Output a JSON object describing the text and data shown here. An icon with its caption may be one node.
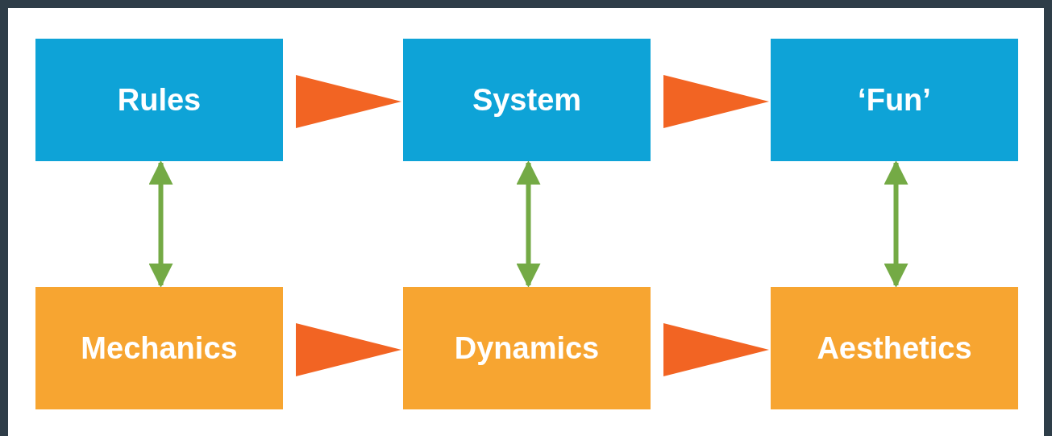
{
  "diagram": {
    "nodes": [
      {
        "text": [
          "Rules"
        ]
      },
      {
        "text": [
          "System"
        ]
      },
      {
        "text": [
          "‘Fun’"
        ]
      },
      {
        "text": [
          "Mechanics"
        ]
      },
      {
        "text": [
          "Dynamics"
        ]
      },
      {
        "text": [
          "Aesthetics"
        ]
      }
    ],
    "edges": [
      {
        "from": 0,
        "to": 1,
        "arrow": "to"
      },
      {
        "from": 1,
        "to": 2,
        "arrow": "to"
      },
      {
        "from": 0,
        "to": 3,
        "arrow": "both",
        "color": "#74aa45"
      },
      {
        "from": 1,
        "to": 4,
        "arrow": "both",
        "color": "#74aa45"
      },
      {
        "from": 2,
        "to": 5,
        "arrow": "both",
        "color": "#74aa45"
      },
      {
        "from": 3,
        "to": 4,
        "arrow": "to"
      },
      {
        "from": 4,
        "to": 5,
        "arrow": "to"
      }
    ]
  }
}
